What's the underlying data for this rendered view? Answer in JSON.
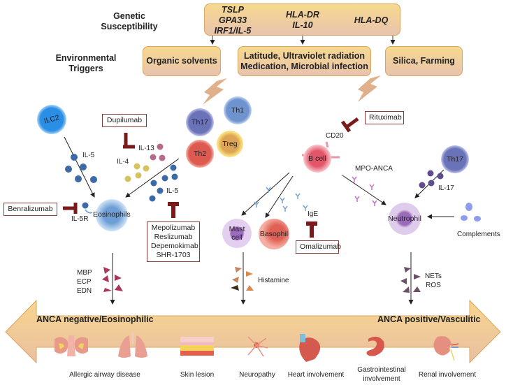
{
  "rows": {
    "genetic_label": "Genetic\nSusceptibility",
    "environmental_label": "Environmental\nTriggers"
  },
  "genetic_box": {
    "left_genes": "TSLP\nGPA33\nIRF1/IL-5",
    "middle_genes": "HLA-DR\nIL-10",
    "right_genes": "HLA-DQ"
  },
  "triggers": [
    {
      "label": "Organic solvents"
    },
    {
      "label": "Latitude, Ultraviolet radiation\nMedication, Microbial infection"
    },
    {
      "label": "Silica, Farming"
    }
  ],
  "cells": {
    "ilc2": "ILC2",
    "th17_left": "Th17",
    "th1": "Th1",
    "th2": "Th2",
    "treg": "Treg",
    "eosinophils": "Eosinophils",
    "b_cell": "B cell",
    "mast_cell": "Mast\ncell",
    "basophil": "Basophil",
    "neutrophil": "Neutrophil",
    "th17_right": "Th17"
  },
  "cytokines": {
    "il5_ilc2": "IL-5",
    "il13": "IL-13",
    "il4": "IL-4",
    "il5_th2": "IL-5",
    "il5r": "IL-5R",
    "cd20": "CD20",
    "mpo_anca": "MPO-ANCA",
    "il17": "IL-17",
    "ige": "IgE",
    "complements": "Complements"
  },
  "drugs": {
    "dupilumab": "Dupilumab",
    "benralizumab": "Benralizumab",
    "il5_inhibitors": "Mepolizumab\nReslizumab\nDepemokimab\nSHR-1703",
    "rituximab": "Rituximab",
    "omalizumab": "Omalizumab"
  },
  "mediators": {
    "eosinophil": "MBP\nECP\nEDN",
    "mast": "Histamine",
    "neutrophil": "NETs\nROS"
  },
  "spectrum": {
    "left_label": "ANCA negative/Eosinophilic",
    "right_label": "ANCA positive/Vasculitic"
  },
  "organs": [
    {
      "label": "Allergic airway disease"
    },
    {
      "label": "Skin lesion"
    },
    {
      "label": "Neuropathy"
    },
    {
      "label": "Heart involvement"
    },
    {
      "label": "Gastrointestinal\ninvolvement"
    },
    {
      "label": "Renal involvement"
    }
  ],
  "colors": {
    "inhibitor": "#7a1a1a",
    "box_top": "#f7d98f",
    "box_bottom": "#e8c3ae",
    "arrow_band": "#f3c77e"
  }
}
